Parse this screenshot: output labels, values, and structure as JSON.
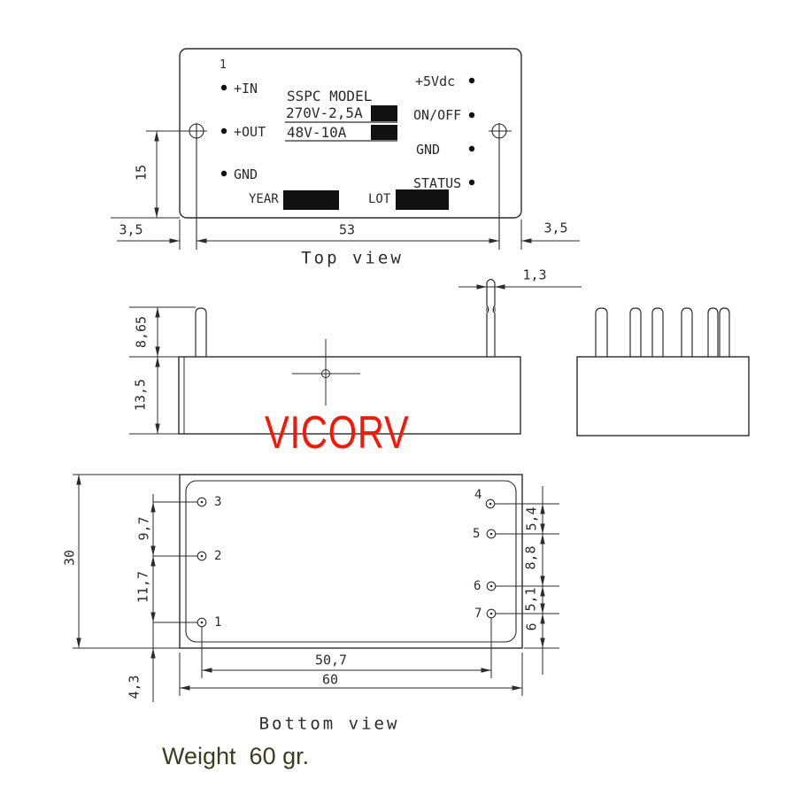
{
  "watermark": "VICORV",
  "weight_note": "Weight  60 gr.",
  "colors": {
    "line": "#2b2b2b",
    "fill_black": "#111111",
    "watermark_red": "#fb1505",
    "weight_text": "#3e3c1e"
  },
  "top_view": {
    "title": "Top view",
    "pin1_marker": "1",
    "left_labels": [
      "+IN",
      "+OUT",
      "GND"
    ],
    "right_labels": [
      "+5Vdc",
      "ON/OFF",
      "GND",
      "STATUS"
    ],
    "model_header": "SSPC MODEL",
    "model_options": [
      "270V-2,5A",
      "48V-10A"
    ],
    "year_label": "YEAR",
    "lot_label": "LOT",
    "dims": {
      "hole_to_bottom": "15",
      "left_margin": "3,5",
      "hole_span": "53",
      "right_margin": "3,5"
    }
  },
  "side_view": {
    "dims": {
      "pin_height": "8,65",
      "body_height": "13,5",
      "pin_width": "1,3"
    }
  },
  "bottom_view": {
    "title": "Bottom view",
    "left_pins": [
      "3",
      "2",
      "1"
    ],
    "right_pins": [
      "4",
      "5",
      "6",
      "7"
    ],
    "dims": {
      "overall_height": "30",
      "pin3_to_pin2": "9,7",
      "pin2_to_pin1": "11,7",
      "pin1_to_edge": "4,3",
      "pin4_to_pin5": "5,4",
      "pin5_to_pin6": "8,8",
      "pin6_to_pin7": "5,1",
      "pin7_to_edge": "6",
      "pin_span": "50,7",
      "overall_width": "60"
    }
  }
}
